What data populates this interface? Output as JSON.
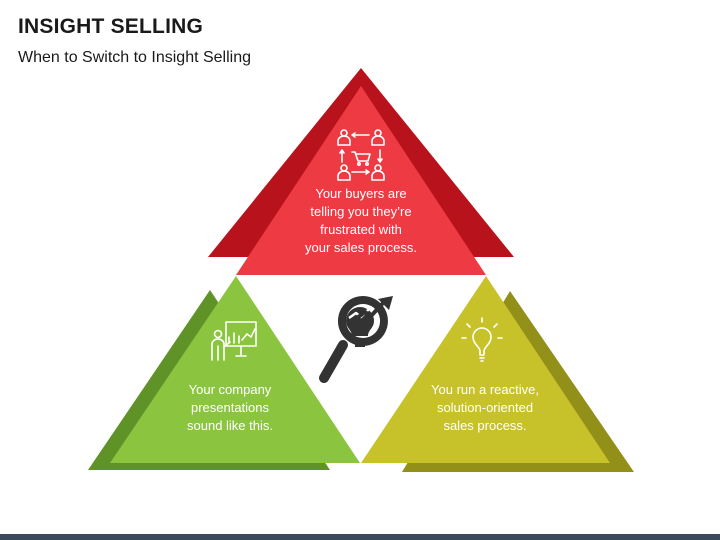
{
  "header": {
    "title": "INSIGHT SELLING",
    "subtitle": "When to Switch to Insight Selling"
  },
  "panels": [
    {
      "id": "top",
      "color": "#ee3a43",
      "shadow_color": "#b8131c",
      "icon": "network-cart-icon",
      "text": "Your buyers are\ntelling you they’re\nfrustrated with\nyour sales process."
    },
    {
      "id": "left",
      "color": "#8bc53f",
      "shadow_color": "#5f9328",
      "icon": "presentation-icon",
      "text": "Your company\npresentations\nsound like this."
    },
    {
      "id": "right",
      "color": "#c8c22a",
      "shadow_color": "#93901a",
      "icon": "light-bulb-icon",
      "text": "You run a reactive,\nsolution-oriented\nsales process."
    }
  ],
  "center": {
    "icon": "insight-magnifier-icon",
    "color": "#333333"
  },
  "footer": {
    "bar_color": "#3c4a5c"
  }
}
